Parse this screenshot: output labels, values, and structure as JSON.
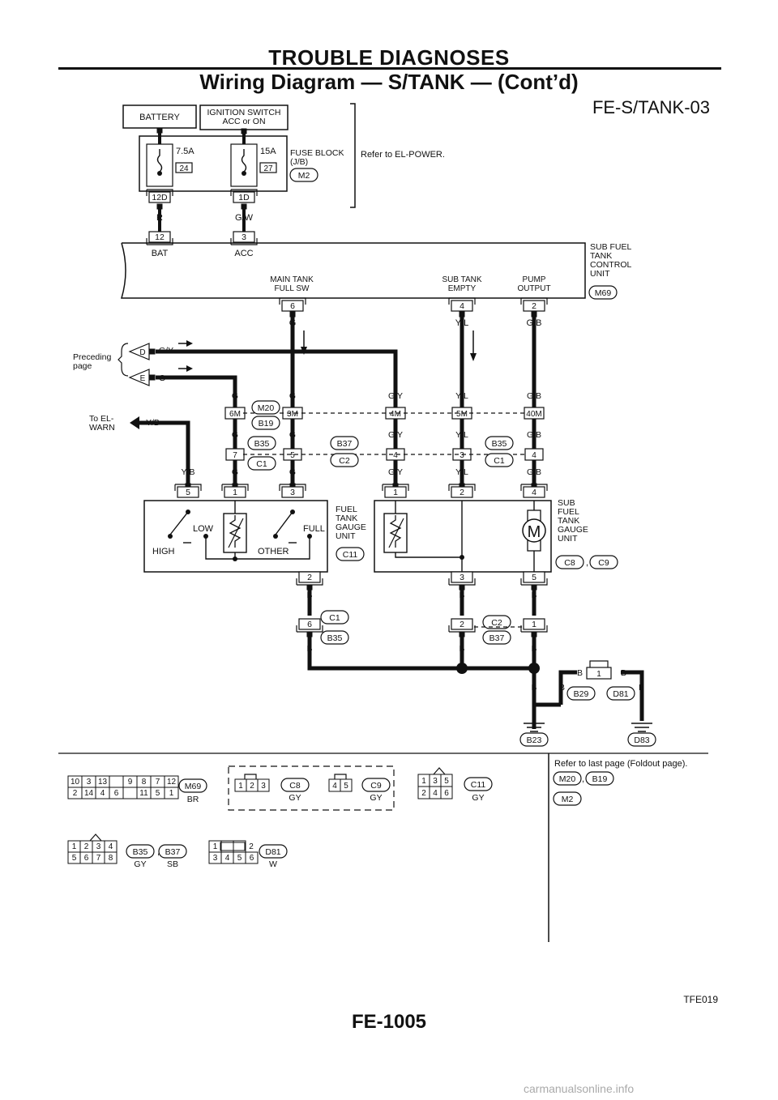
{
  "header": {
    "title": "TROUBLE DIAGNOSES",
    "subtitle": "Wiring Diagram — S/TANK — (Cont’d)"
  },
  "diagram": {
    "code": "FE-S/TANK-03",
    "battery": "BATTERY",
    "ignition_switch": [
      "IGNITION SWITCH",
      "ACC or ON"
    ],
    "fuses": [
      {
        "amp": "7.5A",
        "num": "24"
      },
      {
        "amp": "15A",
        "num": "27"
      }
    ],
    "fuse_block": [
      "FUSE BLOCK",
      "(J/B)"
    ],
    "fuse_block_conn": "M2",
    "refer_power": "Refer to EL-POWER.",
    "fuse_terminals": [
      "12D",
      "1D"
    ],
    "wire_R": "R",
    "wire_GW": "G/W",
    "unit_terminals": [
      "12",
      "3"
    ],
    "unit_terms_labels": [
      "BAT",
      "ACC"
    ],
    "control_unit": [
      "SUB FUEL",
      "TANK",
      "CONTROL",
      "UNIT"
    ],
    "control_unit_conn": "M69",
    "main_tank": [
      "MAIN TANK",
      "FULL SW"
    ],
    "sub_tank": [
      "SUB TANK",
      "EMPTY"
    ],
    "pump": [
      "PUMP",
      "OUTPUT"
    ],
    "out_terms": [
      "6",
      "4",
      "2"
    ],
    "preceding_page": [
      "Preceding",
      "page"
    ],
    "prec_D": "D",
    "prec_E": "E",
    "to_el": [
      "To EL-",
      "WARN"
    ],
    "wire_G": "G",
    "wire_GY": "G/Y",
    "wire_YL": "Y/L",
    "wire_GB": "G/B",
    "wire_YB": "Y/B",
    "wire_B": "B",
    "joint_upper": [
      "6M",
      "3M",
      "4M",
      "5M",
      "40M"
    ],
    "joint_lower": [
      "7",
      "5",
      "4",
      "3",
      "4"
    ],
    "conn_M20": "M20",
    "conn_B19": "B19",
    "conn_B35": "B35",
    "conn_C1": "C1",
    "conn_B37": "B37",
    "conn_C2": "C2",
    "gauge_left_terms": [
      "5",
      "1",
      "3"
    ],
    "gauge_right_terms": [
      "1",
      "2",
      "4"
    ],
    "high": "HIGH",
    "low": "LOW",
    "other": "OTHER",
    "full": "FULL",
    "fuel_gauge": [
      "FUEL",
      "TANK",
      "GAUGE",
      "UNIT"
    ],
    "fuel_gauge_conn": "C11",
    "sub_gauge": [
      "SUB",
      "FUEL",
      "TANK",
      "GAUGE",
      "UNIT"
    ],
    "sub_gauge_conns": [
      "C8",
      "C9"
    ],
    "motor": "M",
    "gauge_bottom_terms": [
      "2",
      "3",
      "5"
    ],
    "ground_terms": [
      "6",
      "2",
      "1"
    ],
    "d81_term": "1",
    "ground_B23": "B23",
    "ground_D83": "D83",
    "conn_B29": "B29",
    "conn_D81": "D81",
    "comma": ","
  },
  "connectors": {
    "refer_last": "Refer to last page (Foldout page).",
    "refer_conns": [
      "M20",
      "B19",
      "M2"
    ],
    "m69": {
      "top": [
        "10",
        "3",
        "13",
        "",
        "9",
        "8",
        "7",
        "12"
      ],
      "bottom": [
        "2",
        "14",
        "4",
        "6",
        "",
        "11",
        "5",
        "1"
      ],
      "name": "M69",
      "color": "BR"
    },
    "c8": {
      "pins": [
        "1",
        "2",
        "3"
      ],
      "name": "C8",
      "color": "GY"
    },
    "c9": {
      "pins": [
        "4",
        "5"
      ],
      "name": "C9",
      "color": "GY"
    },
    "c11": {
      "top": [
        "1",
        "3",
        "5"
      ],
      "bottom": [
        "2",
        "4",
        "6"
      ],
      "name": "C11",
      "color": "GY"
    },
    "b35": {
      "top": [
        "1",
        "2",
        "3",
        "4"
      ],
      "bottom": [
        "5",
        "6",
        "7",
        "8"
      ],
      "names": [
        "B35",
        "B37"
      ],
      "colors": [
        "GY",
        "SB"
      ]
    },
    "d81": {
      "top": [
        "1",
        "",
        "2"
      ],
      "bottom": [
        "3",
        "4",
        "5",
        "6"
      ],
      "name": "D81",
      "color": "W"
    }
  },
  "footer": {
    "code": "TFE019",
    "page": "FE-1005",
    "watermark": "carmanualsonline.info"
  }
}
